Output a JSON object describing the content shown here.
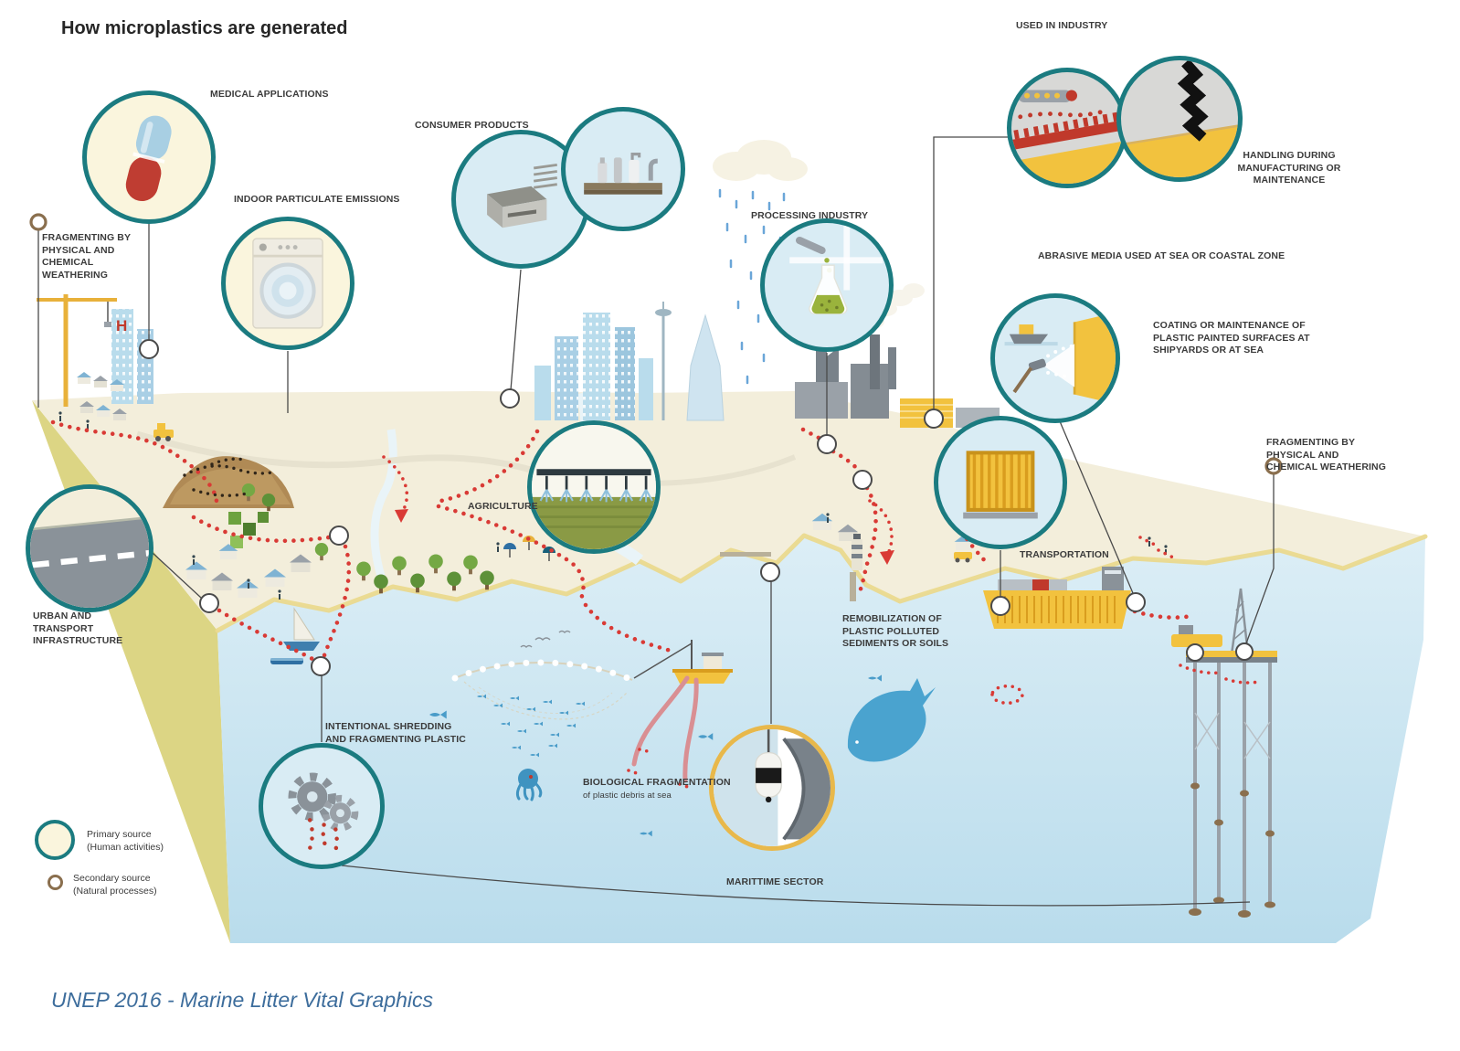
{
  "title": "How microplastics are generated",
  "attribution": "UNEP 2016 - Marine Litter Vital Graphics",
  "map_marker": {
    "hospital": "H"
  },
  "callouts": {
    "medical": {
      "label": "MEDICAL APPLICATIONS"
    },
    "fragmenting_top_left": {
      "label": "FRAGMENTING BY PHYSICAL AND CHEMICAL WEATHERING"
    },
    "indoor": {
      "label": "INDOOR PARTICULATE EMISSIONS"
    },
    "consumer": {
      "label": "CONSUMER PRODUCTS"
    },
    "processing": {
      "label": "PROCESSING INDUSTRY"
    },
    "used_in_industry": {
      "label": "USED IN INDUSTRY"
    },
    "handling": {
      "label": "HANDLING DURING MANUFACTURING OR MAINTENANCE"
    },
    "abrasive": {
      "label": "ABRASIVE MEDIA USED AT SEA OR COASTAL ZONE"
    },
    "coating": {
      "label": "COATING OR MAINTENANCE OF PLASTIC PAINTED SURFACES AT SHIPYARDS OR AT SEA"
    },
    "fragmenting_right": {
      "label": "FRAGMENTING BY PHYSICAL AND CHEMICAL WEATHERING"
    },
    "urban": {
      "label": "URBAN AND TRANSPORT INFRASTRUCTURE"
    },
    "agriculture": {
      "label": "AGRICULTURE"
    },
    "transportation": {
      "label": "TRANSPORTATION"
    },
    "remobilization": {
      "label": "REMOBILIZATION OF PLASTIC POLLUTED SEDIMENTS OR SOILS"
    },
    "shredding": {
      "label": "INTENTIONAL SHREDDING AND FRAGMENTING PLASTIC"
    },
    "biological": {
      "label": "BIOLOGICAL FRAGMENTATION",
      "sublabel": "of plastic debris at sea"
    },
    "maritime": {
      "label": "MARITTIME SECTOR"
    }
  },
  "legend": {
    "primary_label": "Primary source",
    "primary_sub": "(Human activities)",
    "secondary_label": "Secondary source",
    "secondary_sub": "(Natural processes)"
  },
  "colors": {
    "primary_ring": "#1b7b80",
    "secondary_ring": "#8a6f4e",
    "maritime_ring": "#e8b84b",
    "microplastic_dots": "#d93a35"
  }
}
